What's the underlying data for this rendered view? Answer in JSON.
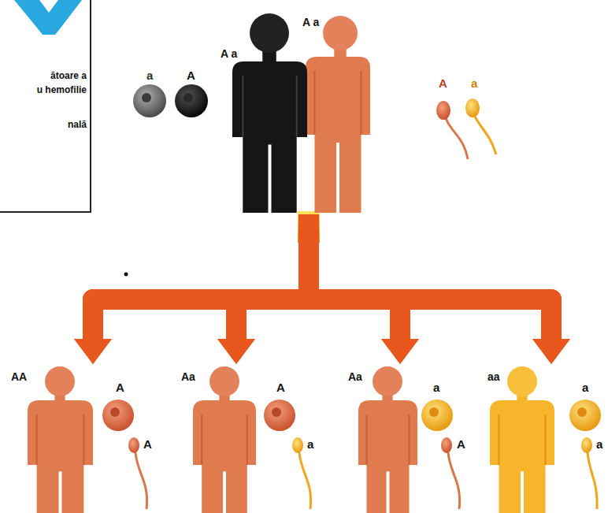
{
  "diagram": {
    "nodes": [
      {
        "text": [
          "ătoare a",
          "u hemofilie",
          "nală"
        ]
      },
      {
        "text": [
          "A a"
        ]
      },
      {
        "text": [
          "A a"
        ]
      },
      {
        "text": [
          "AA"
        ]
      },
      {
        "text": [
          "Aa"
        ]
      },
      {
        "text": [
          "Aa"
        ]
      },
      {
        "text": [
          "aa"
        ]
      }
    ],
    "edges": [
      {
        "from": 1,
        "to": 3,
        "arrow": "to"
      },
      {
        "from": 1,
        "to": 4,
        "arrow": "to"
      },
      {
        "from": 1,
        "to": 5,
        "arrow": "to"
      },
      {
        "from": 1,
        "to": 6,
        "arrow": "to"
      },
      {
        "from": 2,
        "to": 3,
        "arrow": "to"
      },
      {
        "from": 2,
        "to": 4,
        "arrow": "to"
      },
      {
        "from": 2,
        "to": 5,
        "arrow": "to"
      },
      {
        "from": 2,
        "to": 6,
        "arrow": "to"
      }
    ],
    "labels": [
      "a",
      "A",
      "A",
      "a",
      "A",
      "A",
      "A",
      "a",
      "a",
      "A",
      "a",
      "a"
    ]
  }
}
